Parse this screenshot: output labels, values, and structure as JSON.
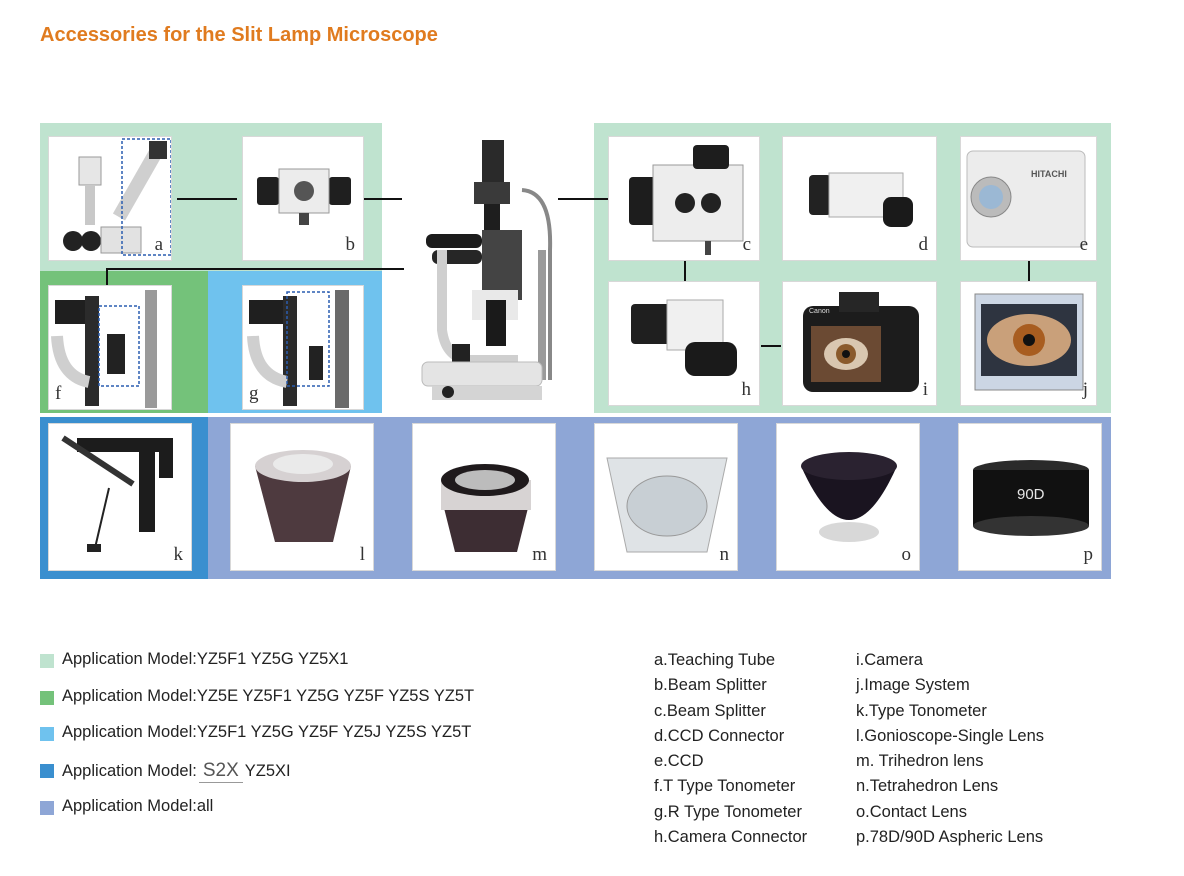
{
  "title": "Accessories for the Slit Lamp Microscope",
  "colors": {
    "green_light": "#bfe3cf",
    "green_mid": "#74c27a",
    "sky_blue": "#6fc2ee",
    "blue_dark": "#3a8fcf",
    "periwinkle": "#8ea6d6",
    "title_orange": "#e07b1f"
  },
  "cards": {
    "a": "a",
    "b": "b",
    "c": "c",
    "d": "d",
    "e": "e",
    "f": "f",
    "g": "g",
    "h": "h",
    "i": "i",
    "j": "j",
    "k": "k",
    "l": "l",
    "m": "m",
    "n": "n",
    "o": "o",
    "p": "p"
  },
  "product_text": {
    "camera_brand": "Canon",
    "ccd_brand": "HITACHI",
    "lens_power": "90D"
  },
  "legend": {
    "row1": "Application Model:YZ5F1 YZ5G YZ5X1",
    "row2": "Application Model:YZ5E YZ5F1 YZ5G YZ5F YZ5S YZ5T",
    "row3": "Application Model:YZ5F1 YZ5G YZ5F YZ5J YZ5S YZ5T",
    "row4_prefix": "Application Model:",
    "row4_model": "S2X",
    "row4_suffix": "YZ5XI",
    "row5": "Application Model:all"
  },
  "accessory_list": {
    "col1": [
      "a.Teaching Tube",
      "b.Beam Splitter",
      "c.Beam Splitter",
      "d.CCD Connector",
      "e.CCD",
      "f.T Type Tonometer",
      "g.R Type Tonometer",
      "h.Camera Connector"
    ],
    "col2": [
      "i.Camera",
      "j.Image System",
      "k.Type Tonometer",
      "l.Gonioscope-Single Lens",
      "m. Trihedron lens",
      "n.Tetrahedron Lens",
      "o.Contact Lens",
      "p.78D/90D Aspheric Lens"
    ]
  }
}
